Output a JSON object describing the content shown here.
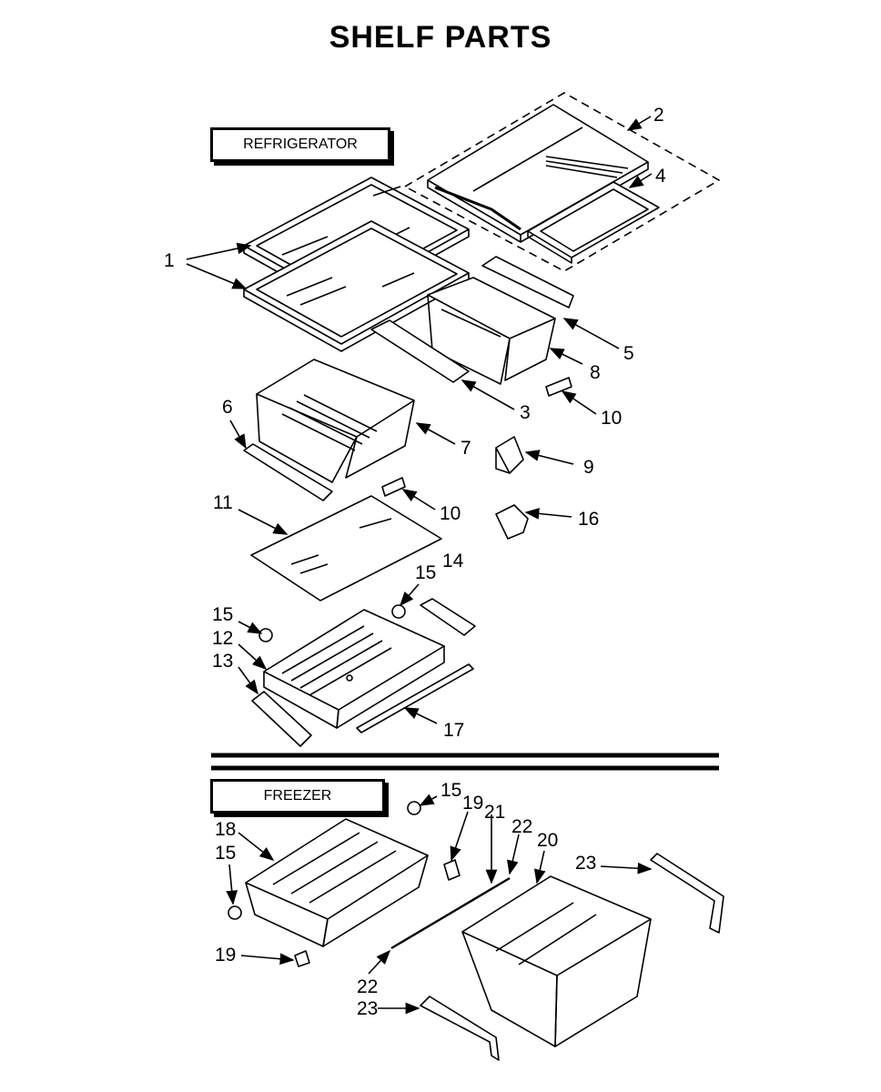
{
  "title": "SHELF PARTS",
  "sections": {
    "refrigerator": "REFRIGERATOR",
    "freezer": "FREEZER"
  },
  "callouts": [
    "1",
    "2",
    "4",
    "5",
    "8",
    "3",
    "10",
    "6",
    "7",
    "9",
    "11",
    "10",
    "16",
    "15",
    "14",
    "15",
    "12",
    "13",
    "17",
    "15",
    "19",
    "21",
    "22",
    "20",
    "18",
    "15",
    "23",
    "19",
    "22",
    "23"
  ]
}
